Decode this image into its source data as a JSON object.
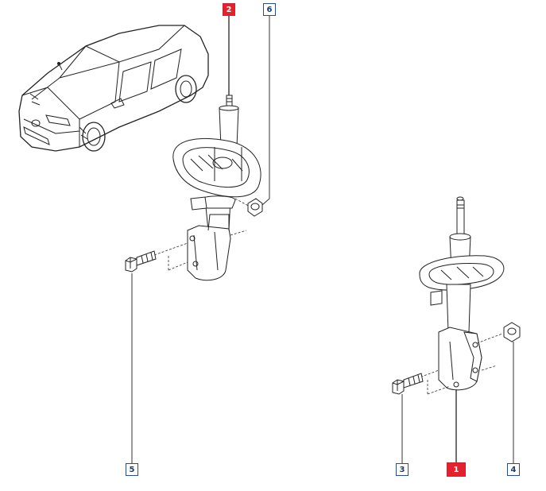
{
  "callouts": [
    {
      "id": "c2",
      "label": "2",
      "highlighted": true
    },
    {
      "id": "c6",
      "label": "6",
      "highlighted": false
    },
    {
      "id": "c5",
      "label": "5",
      "highlighted": false
    },
    {
      "id": "c3",
      "label": "3",
      "highlighted": false
    },
    {
      "id": "c1",
      "label": "1",
      "highlighted": true
    },
    {
      "id": "c4",
      "label": "4",
      "highlighted": false
    }
  ],
  "colors": {
    "highlight": "#e3222f",
    "callout_border": "#2a4f7a",
    "line": "#222222"
  },
  "icons": [
    "car-illustration",
    "strut-assembly-icon",
    "bolt-icon",
    "nut-icon"
  ]
}
